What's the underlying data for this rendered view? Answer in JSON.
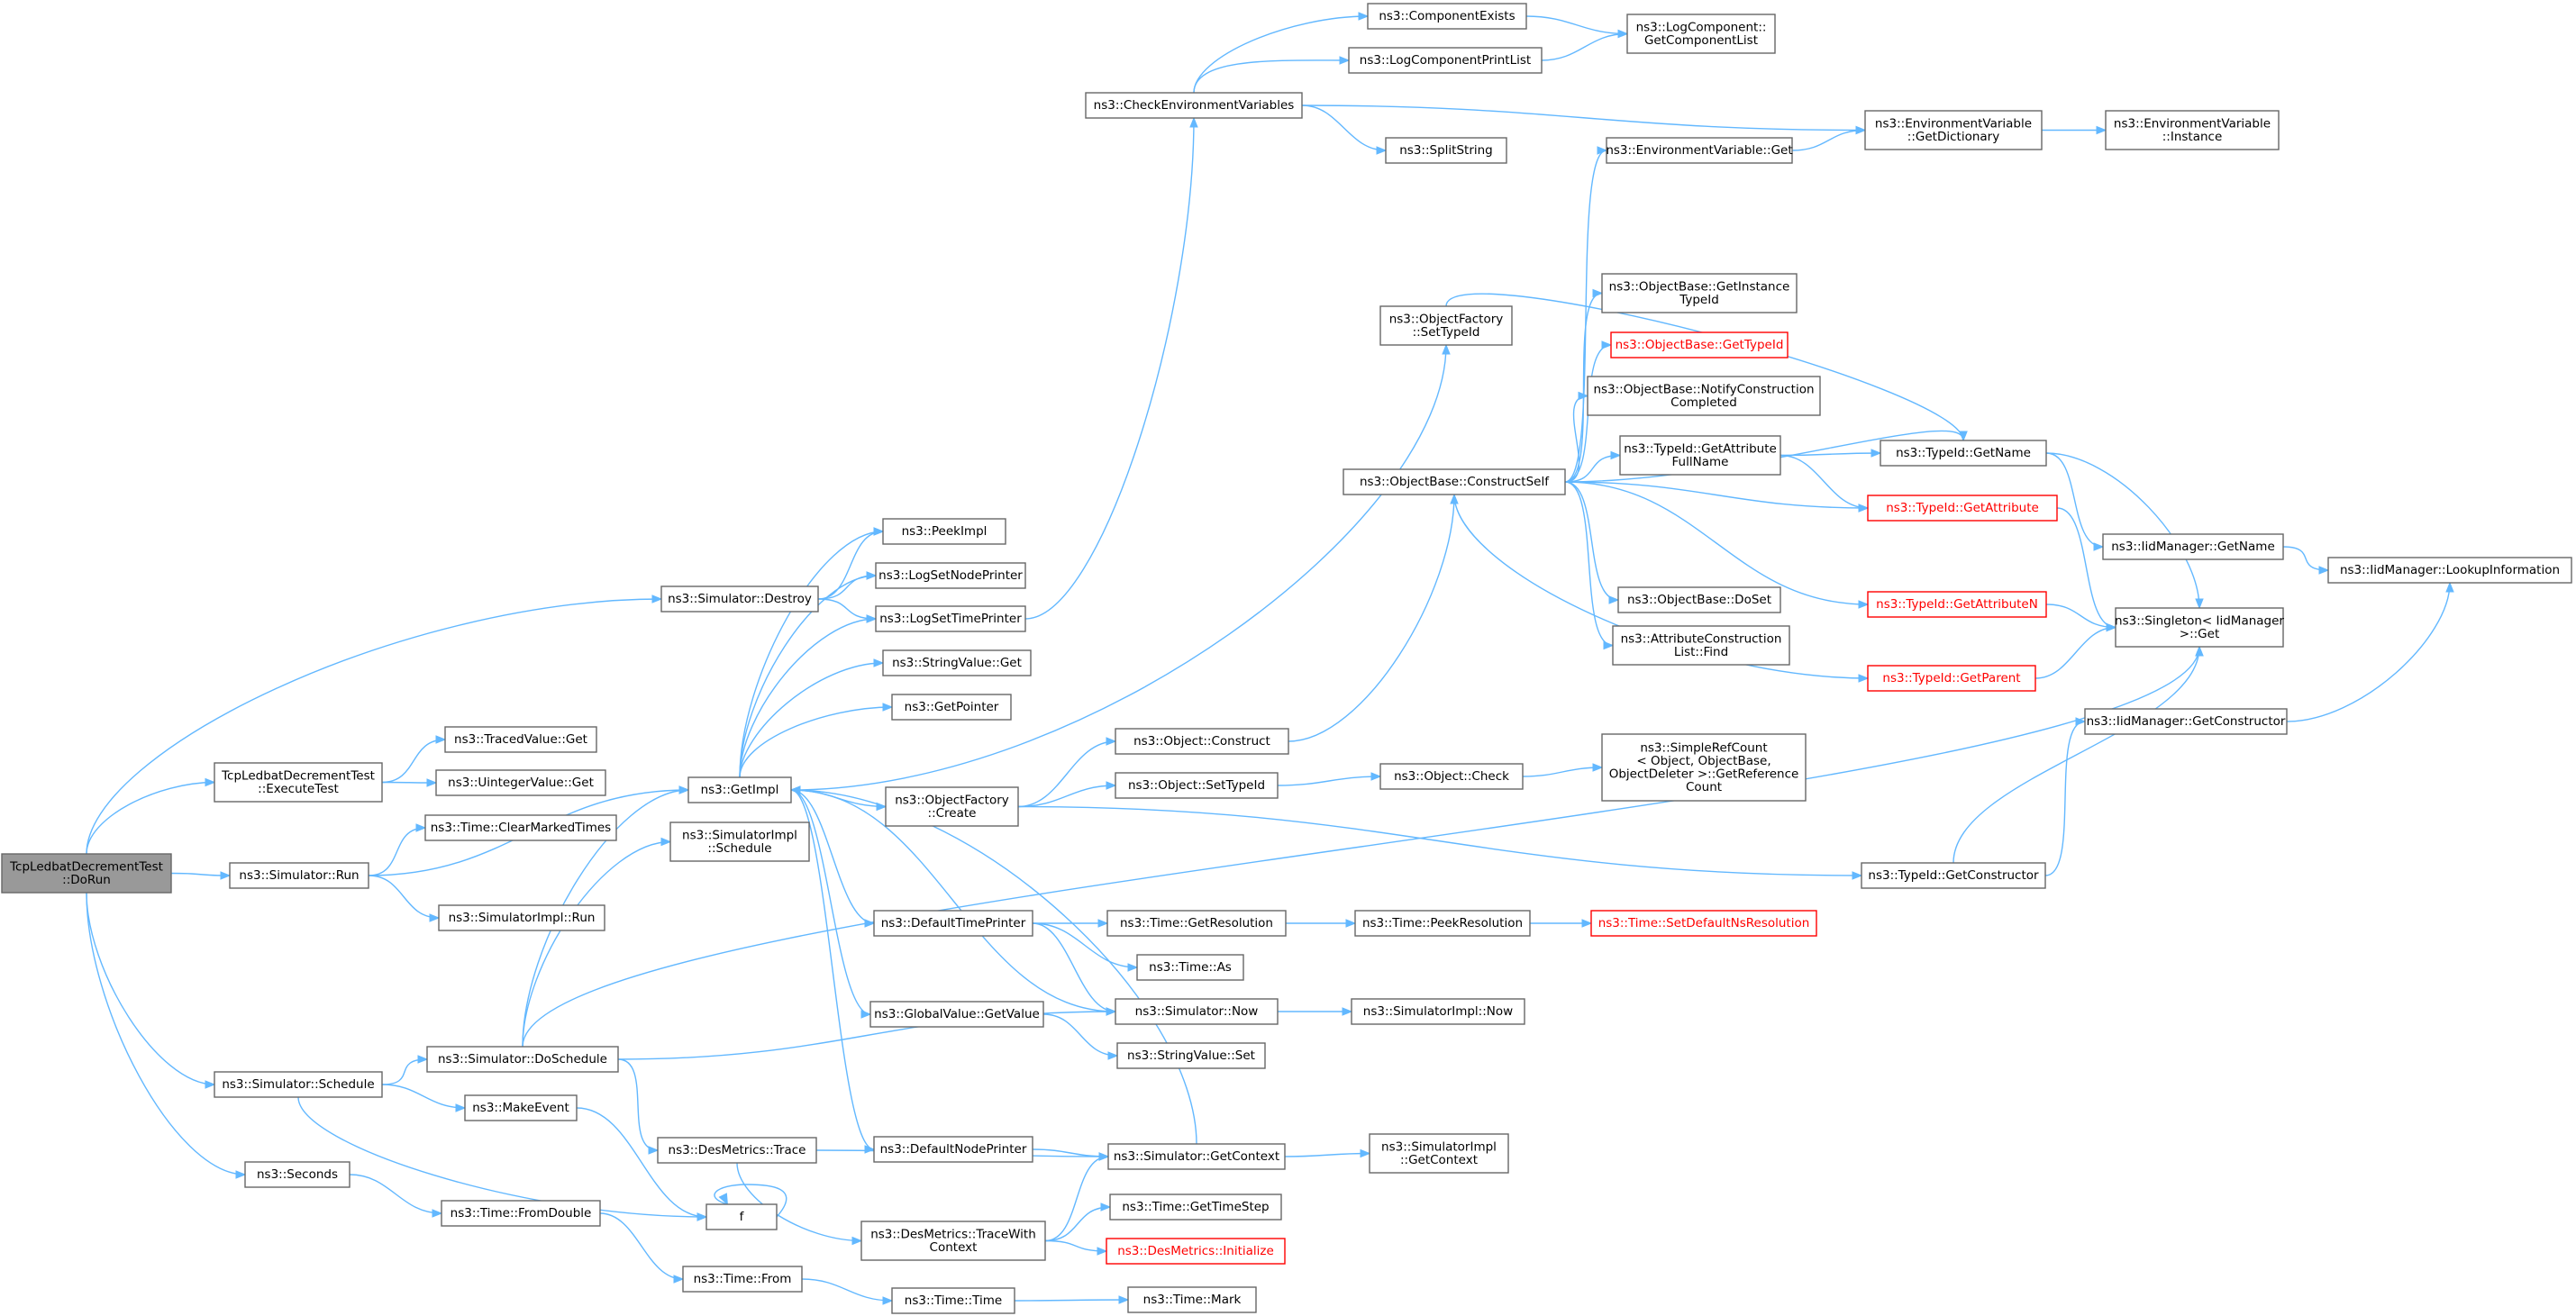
{
  "diagram": {
    "root_color": "#999999",
    "edge_color": "#63b8ff",
    "truncated_color": "#ff0000",
    "nodes": [
      {
        "id": "n_dorun",
        "lines": [
          "TcpLedbatDecrementTest",
          "::DoRun"
        ],
        "root": true
      },
      {
        "id": "n_destroy",
        "lines": [
          "ns3::Simulator::Destroy"
        ]
      },
      {
        "id": "n_exectest",
        "lines": [
          "TcpLedbatDecrementTest",
          "::ExecuteTest"
        ]
      },
      {
        "id": "n_run",
        "lines": [
          "ns3::Simulator::Run"
        ]
      },
      {
        "id": "n_schedule",
        "lines": [
          "ns3::Simulator::Schedule"
        ]
      },
      {
        "id": "n_seconds",
        "lines": [
          "ns3::Seconds"
        ]
      },
      {
        "id": "n_tracedget",
        "lines": [
          "ns3::TracedValue::Get"
        ]
      },
      {
        "id": "n_uintget",
        "lines": [
          "ns3::UintegerValue::Get"
        ]
      },
      {
        "id": "n_clearmarked",
        "lines": [
          "ns3::Time::ClearMarkedTimes"
        ]
      },
      {
        "id": "n_simimplrun",
        "lines": [
          "ns3::SimulatorImpl::Run"
        ]
      },
      {
        "id": "n_getimpl",
        "lines": [
          "ns3::GetImpl"
        ]
      },
      {
        "id": "n_simimplsched",
        "lines": [
          "ns3::SimulatorImpl",
          "::Schedule"
        ]
      },
      {
        "id": "n_dosched",
        "lines": [
          "ns3::Simulator::DoSchedule"
        ]
      },
      {
        "id": "n_makeevent",
        "lines": [
          "ns3::MakeEvent"
        ]
      },
      {
        "id": "n_desmtrace",
        "lines": [
          "ns3::DesMetrics::Trace"
        ]
      },
      {
        "id": "n_f",
        "lines": [
          "f"
        ]
      },
      {
        "id": "n_fromdouble",
        "lines": [
          "ns3::Time::FromDouble"
        ]
      },
      {
        "id": "n_from",
        "lines": [
          "ns3::Time::From"
        ]
      },
      {
        "id": "n_peekimpl",
        "lines": [
          "ns3::PeekImpl"
        ]
      },
      {
        "id": "n_logsetnode",
        "lines": [
          "ns3::LogSetNodePrinter"
        ]
      },
      {
        "id": "n_logsettime",
        "lines": [
          "ns3::LogSetTimePrinter"
        ]
      },
      {
        "id": "n_strvalget",
        "lines": [
          "ns3::StringValue::Get"
        ]
      },
      {
        "id": "n_getpointer",
        "lines": [
          "ns3::GetPointer"
        ]
      },
      {
        "id": "n_objfactcreate",
        "lines": [
          "ns3::ObjectFactory",
          "::Create"
        ]
      },
      {
        "id": "n_deftimeprinter",
        "lines": [
          "ns3::DefaultTimePrinter"
        ]
      },
      {
        "id": "n_globalget",
        "lines": [
          "ns3::GlobalValue::GetValue"
        ]
      },
      {
        "id": "n_defnodeprinter",
        "lines": [
          "ns3::DefaultNodePrinter"
        ]
      },
      {
        "id": "n_desmtracectx",
        "lines": [
          "ns3::DesMetrics::TraceWith",
          "Context"
        ]
      },
      {
        "id": "n_timetime",
        "lines": [
          "ns3::Time::Time"
        ]
      },
      {
        "id": "n_checkenv",
        "lines": [
          "ns3::CheckEnvironmentVariables"
        ]
      },
      {
        "id": "n_compexists",
        "lines": [
          "ns3::ComponentExists"
        ]
      },
      {
        "id": "n_logcompprint",
        "lines": [
          "ns3::LogComponentPrintList"
        ]
      },
      {
        "id": "n_splitstring",
        "lines": [
          "ns3::SplitString"
        ]
      },
      {
        "id": "n_logcompget",
        "lines": [
          "ns3::LogComponent::",
          "GetComponentList"
        ]
      },
      {
        "id": "n_envgetdict",
        "lines": [
          "ns3::EnvironmentVariable",
          "::GetDictionary"
        ]
      },
      {
        "id": "n_envinst",
        "lines": [
          "ns3::EnvironmentVariable",
          "::Instance"
        ]
      },
      {
        "id": "n_envget",
        "lines": [
          "ns3::EnvironmentVariable::Get"
        ]
      },
      {
        "id": "n_objfactsettid",
        "lines": [
          "ns3::ObjectFactory",
          "::SetTypeId"
        ]
      },
      {
        "id": "n_objconstruct",
        "lines": [
          "ns3::Object::Construct"
        ]
      },
      {
        "id": "n_objsettid",
        "lines": [
          "ns3::Object::SetTypeId"
        ]
      },
      {
        "id": "n_objcheck",
        "lines": [
          "ns3::Object::Check"
        ]
      },
      {
        "id": "n_simplerefcount",
        "lines": [
          "ns3::SimpleRefCount",
          "< Object, ObjectBase,",
          "ObjectDeleter >::GetReference",
          "Count"
        ]
      },
      {
        "id": "n_constructself",
        "lines": [
          "ns3::ObjectBase::ConstructSelf"
        ]
      },
      {
        "id": "n_getinsttid",
        "lines": [
          "ns3::ObjectBase::GetInstance",
          "TypeId"
        ]
      },
      {
        "id": "n_gettid",
        "lines": [
          "ns3::ObjectBase::GetTypeId"
        ],
        "truncated": true
      },
      {
        "id": "n_notifyconst",
        "lines": [
          "ns3::ObjectBase::NotifyConstruction",
          "Completed"
        ]
      },
      {
        "id": "n_getattrfull",
        "lines": [
          "ns3::TypeId::GetAttribute",
          "FullName"
        ]
      },
      {
        "id": "n_doset",
        "lines": [
          "ns3::ObjectBase::DoSet"
        ]
      },
      {
        "id": "n_attrfind",
        "lines": [
          "ns3::AttributeConstruction",
          "List::Find"
        ]
      },
      {
        "id": "n_tidgetname",
        "lines": [
          "ns3::TypeId::GetName"
        ]
      },
      {
        "id": "n_tidgetattr",
        "lines": [
          "ns3::TypeId::GetAttribute"
        ],
        "truncated": true
      },
      {
        "id": "n_tidgetattrn",
        "lines": [
          "ns3::TypeId::GetAttributeN"
        ],
        "truncated": true
      },
      {
        "id": "n_tidgetparent",
        "lines": [
          "ns3::TypeId::GetParent"
        ],
        "truncated": true
      },
      {
        "id": "n_singleton",
        "lines": [
          "ns3::Singleton< IidManager",
          ">::Get"
        ]
      },
      {
        "id": "n_iidgetname",
        "lines": [
          "ns3::IidManager::GetName"
        ]
      },
      {
        "id": "n_iidlookup",
        "lines": [
          "ns3::IidManager::LookupInformation"
        ]
      },
      {
        "id": "n_iidgetctor",
        "lines": [
          "ns3::IidManager::GetConstructor"
        ]
      },
      {
        "id": "n_tidgetctor",
        "lines": [
          "ns3::TypeId::GetConstructor"
        ]
      },
      {
        "id": "n_getres",
        "lines": [
          "ns3::Time::GetResolution"
        ]
      },
      {
        "id": "n_peekres",
        "lines": [
          "ns3::Time::PeekResolution"
        ]
      },
      {
        "id": "n_setdefres",
        "lines": [
          "ns3::Time::SetDefaultNsResolution"
        ],
        "truncated": true
      },
      {
        "id": "n_timeas",
        "lines": [
          "ns3::Time::As"
        ]
      },
      {
        "id": "n_simnow",
        "lines": [
          "ns3::Simulator::Now"
        ]
      },
      {
        "id": "n_simimplnow",
        "lines": [
          "ns3::SimulatorImpl::Now"
        ]
      },
      {
        "id": "n_strvalset",
        "lines": [
          "ns3::StringValue::Set"
        ]
      },
      {
        "id": "n_simgetctx",
        "lines": [
          "ns3::Simulator::GetContext"
        ]
      },
      {
        "id": "n_simimplgetctx",
        "lines": [
          "ns3::SimulatorImpl",
          "::GetContext"
        ]
      },
      {
        "id": "n_gettimestep",
        "lines": [
          "ns3::Time::GetTimeStep"
        ]
      },
      {
        "id": "n_desminit",
        "lines": [
          "ns3::DesMetrics::Initialize"
        ],
        "truncated": true
      },
      {
        "id": "n_timemark",
        "lines": [
          "ns3::Time::Mark"
        ]
      }
    ]
  }
}
